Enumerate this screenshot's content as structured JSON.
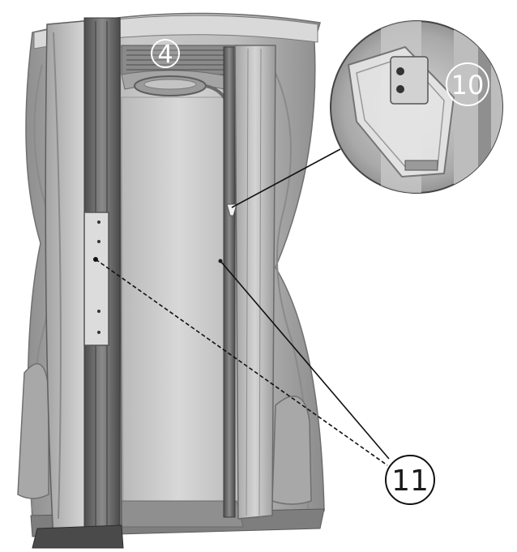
{
  "callouts": {
    "fan": {
      "number": "4"
    },
    "detail": {
      "number": "10"
    },
    "hinges": {
      "number": "11"
    }
  },
  "colors": {
    "body_shell": "#b8b8b8",
    "interior": "#cfcfcf",
    "edge": "#6f6f6f",
    "frame_dark": "#5e5e5e",
    "line": "#111111"
  }
}
